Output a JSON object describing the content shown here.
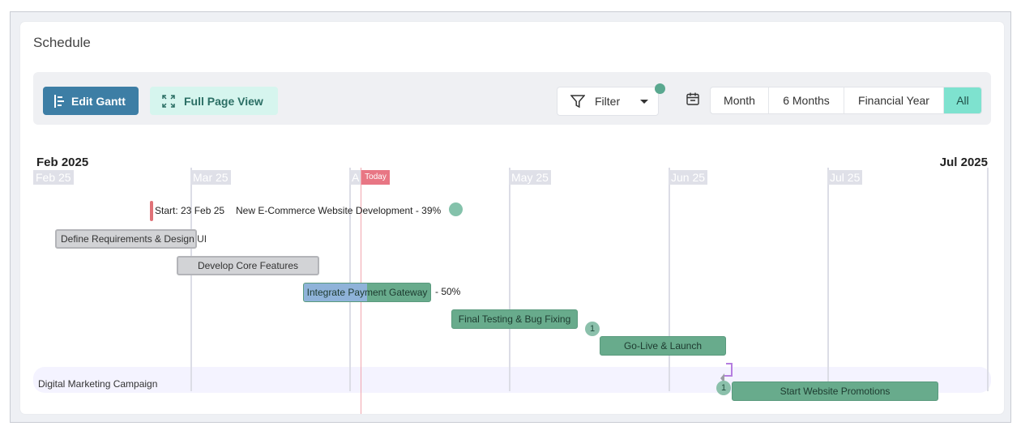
{
  "card": {
    "title": "Schedule"
  },
  "toolbar": {
    "edit_gantt_label": "Edit Gantt",
    "full_page_label": "Full Page View",
    "filter_label": "Filter",
    "range_options": [
      {
        "label": "Month",
        "active": false
      },
      {
        "label": "6 Months",
        "active": false
      },
      {
        "label": "Financial Year",
        "active": false
      },
      {
        "label": "All",
        "active": true
      }
    ]
  },
  "gantt": {
    "range_start": "Feb 2025",
    "range_end": "Jul 2025",
    "months": [
      "Feb 25",
      "Mar 25",
      "A",
      "May 25",
      "Jun 25",
      "Jul 25"
    ],
    "today_label": "Today",
    "project": {
      "start_label": "Start: 23 Feb 25",
      "title": "New E-Commerce Website Development - 39%"
    },
    "tasks": [
      {
        "name": "Define Requirements & Design UI",
        "style": "gray",
        "progress_label": ""
      },
      {
        "name": "Develop Core Features",
        "style": "gray",
        "progress_label": ""
      },
      {
        "name": "Integrate Payment Gateway",
        "style": "green",
        "progress": 0.5,
        "progress_label": "- 50%"
      },
      {
        "name": "Final Testing & Bug Fixing",
        "style": "green",
        "progress_label": ""
      },
      {
        "name": "Go-Live & Launch",
        "style": "green",
        "dependency_count": "1"
      },
      {
        "name": "Start Website Promotions",
        "style": "green",
        "dependency_count": "1"
      }
    ],
    "group_label": "Digital Marketing Campaign"
  },
  "colors": {
    "primary": "#3d7ea5",
    "accent": "#7ee2cf",
    "bar_green": "#68ab8c",
    "bar_gray": "#d2d3d6",
    "today": "#e87684",
    "progress": "#8fb3d9"
  }
}
